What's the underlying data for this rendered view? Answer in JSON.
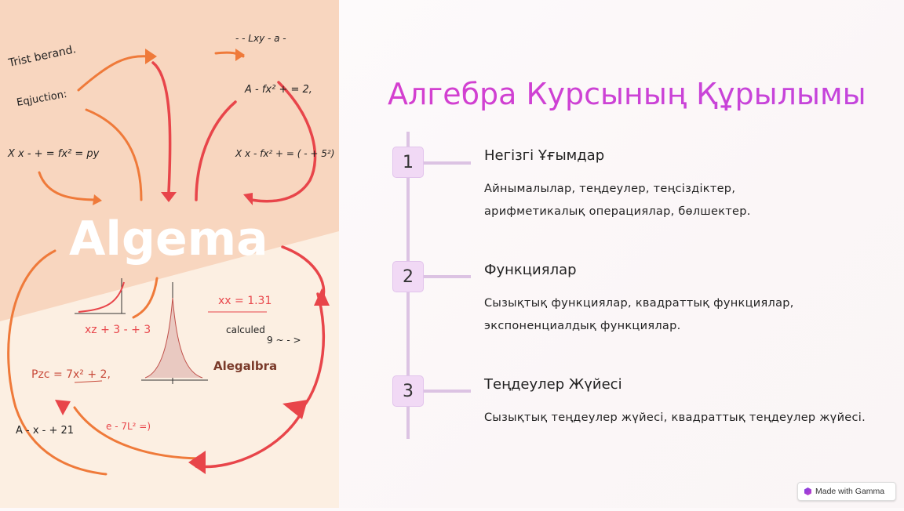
{
  "illustration": {
    "labels": [
      "Trist berand.",
      "Eqjuction:",
      "X x - + = fx² = py",
      "- - Lxy - a -",
      "A - fx² + = 2,",
      "X x - fx² + = ( - + 5²)",
      "Algema",
      "xx = 1.31",
      "xz + 3 - + 3",
      "calculed",
      "9 ~ - >",
      "Pzc = 7x² + 2,",
      "Alegalbra",
      "A - x - + 21",
      "e - 7L² =)"
    ],
    "colors": {
      "peach": "#f8d6bf",
      "cream": "#fcefe2",
      "orange": "#ef7a3a",
      "red": "#e8454a"
    }
  },
  "slide": {
    "title": "Алгебра Курсының Құрылымы",
    "accent": "#d03fd4",
    "steps": [
      {
        "number": "1",
        "heading": "Негізгі Ұғымдар",
        "lines": [
          "Айнымалылар, теңдеулер, теңсіздіктер,",
          "арифметикалық операциялар, бөлшектер."
        ]
      },
      {
        "number": "2",
        "heading": "Функциялар",
        "lines": [
          "Сызықтық функциялар, квадраттық функциялар,",
          "экспоненциалдық функциялар."
        ]
      },
      {
        "number": "3",
        "heading": "Теңдеулер Жүйесі",
        "lines": [
          "Сызықтық теңдеулер жүйесі, квадраттық теңдеулер жүйесі."
        ]
      }
    ]
  },
  "badge": {
    "label": "Made with Gamma",
    "icon": "gamma-logo-icon"
  }
}
